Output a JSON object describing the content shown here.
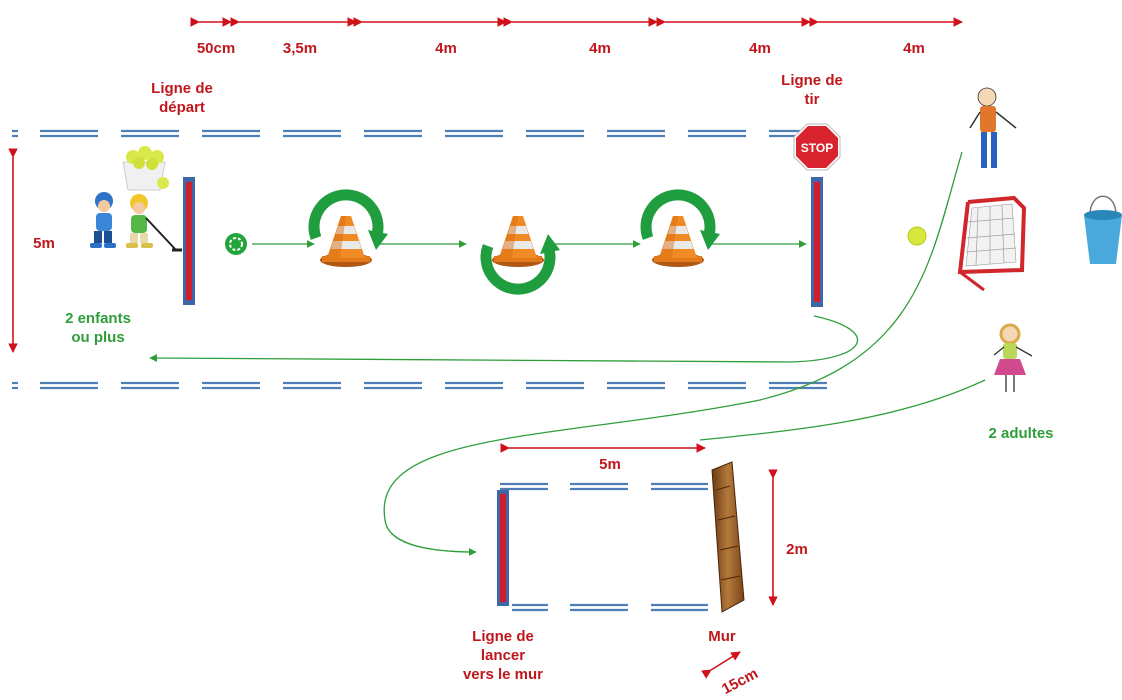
{
  "dimensions": {
    "top": [
      "50cm",
      "3,5m",
      "4m",
      "4m",
      "4m",
      "4m"
    ],
    "width_left": "5m",
    "lower_length": "5m",
    "lower_width": "2m",
    "wall_thickness": "15cm"
  },
  "labels": {
    "start_line": "Ligne de\ndépart",
    "shoot_line": "Ligne de\ntir",
    "children": "2 enfants\nou plus",
    "adults": "2 adultes",
    "throw_line": "Ligne de\nlancer\nvers le mur",
    "wall": "Mur"
  },
  "icons": {
    "stop_sign": "STOP"
  },
  "colors": {
    "dimension": "#c0171d",
    "path": "#2f9e3a",
    "lane_line": "#4f7fb4",
    "bar_red": "#d01f2a",
    "bar_blue": "#3f66a6"
  }
}
